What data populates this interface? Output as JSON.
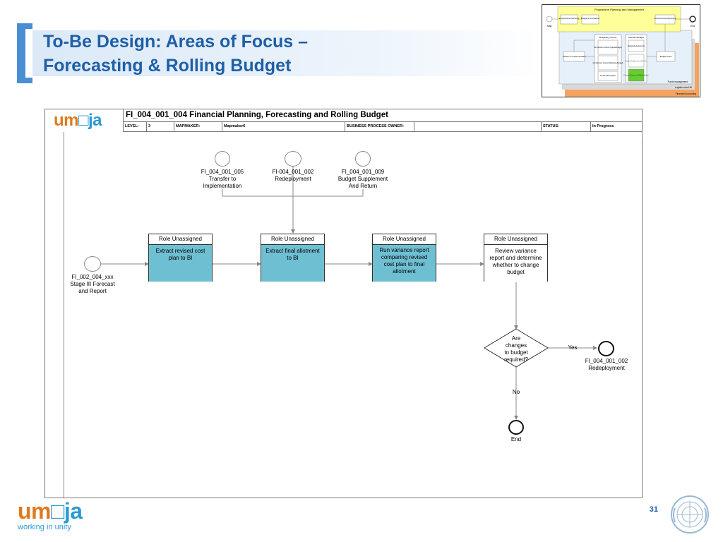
{
  "slide": {
    "title_line1": "To-Be Design: Areas of Focus –",
    "title_line2": "Forecasting & Rolling Budget",
    "page_number": "31"
  },
  "brand": {
    "logo_u": "um",
    "logo_o": "□",
    "logo_ja": "ja",
    "tagline": "working in unity"
  },
  "process_header": {
    "title": "FI_004_001_004 Financial Planning, Forecasting and Rolling Budget",
    "level_label": "LEVEL:",
    "level_value": "3",
    "mapmaker_label": "MAPMAKER:",
    "mapmaker_value": "Mapmaker6",
    "owner_label": "BUSINESS PROCESS OWNER:",
    "owner_value": "",
    "status_label": "STATUS:",
    "status_value": "In Progress"
  },
  "flow": {
    "inputs": [
      {
        "line1": "FI_004_001_005",
        "line2": "Transfer to",
        "line3": "Implementation"
      },
      {
        "line1": "FI-004_001_002",
        "line2": "Redeployment",
        "line3": ""
      },
      {
        "line1": "FI_004_001_009",
        "line2": "Budget Supplement",
        "line3": "And Return"
      }
    ],
    "start": {
      "line1": "FI_002_004_xxx",
      "line2": "Stage III Forecast",
      "line3": "and Report"
    },
    "tasks": [
      {
        "role": "Role Unassigned",
        "text": "Extract revised cost plan to BI"
      },
      {
        "role": "Role Unassigned",
        "text": "Extract final allotment to BI"
      },
      {
        "role": "Role Unassigned",
        "text": "Run variance report comparing revised cost plan to final allotment"
      },
      {
        "role": "Role Unassigned",
        "text": "Review variance report and determine whether to change budget"
      }
    ],
    "decision": {
      "line1": "Are",
      "line2": "changes",
      "line3": "to budget",
      "line4": "required?"
    },
    "yes_label": "Yes",
    "no_label": "No",
    "yes_target": {
      "line1": "FI_004_001_002",
      "line2": "Redeployment"
    },
    "end_label": "End"
  },
  "thumbnail": {
    "top_title": "Programme Planning and Management",
    "start": "Start",
    "end": "End",
    "prog_planning": "Programme Planning",
    "budget_formulation": "Budget Formulation",
    "perf_reporting": "Performance Reporting",
    "budgetary_control": "Budgetary Control",
    "maintain_budget": "Maintain Budget",
    "transfer_impl": "Transfer to Implementation",
    "commit_cap": "Commitment Control (Capital Budget)",
    "commit_op": "Commitment Control (Operating Budget)",
    "funds_reservation": "Funds Reservation",
    "budget_redeploy": "Budget Redeployment",
    "budget_supp": "Budget Supplement and Return",
    "financial_forecast": "Financial Forecast & Rolling Budget",
    "budget_close": "Budget Close",
    "funds_mgmt": "Funds management",
    "logistics_hr": "Logistics and HR",
    "fin_accounting": "Financial Accounting"
  },
  "colors": {
    "title_blue": "#1f5fa8",
    "accent_blue": "#4a8fd4",
    "task_fill": "#6fbfd3",
    "logo_orange": "#e07a1f",
    "logo_blue": "#2a9ad4",
    "thumb_yellow": "#ffff99",
    "thumb_orange": "#f4a460",
    "thumb_green": "#66cc33"
  }
}
